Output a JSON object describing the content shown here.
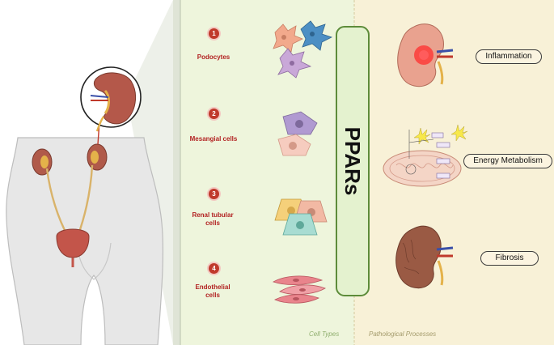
{
  "center_label": "PPARs",
  "cell_types": [
    {
      "number": "1",
      "label": "Podocytes"
    },
    {
      "number": "2",
      "label": "Mesangial cells"
    },
    {
      "number": "3",
      "label": "Renal tubular cells"
    },
    {
      "number": "4",
      "label": "Endothelial cells"
    }
  ],
  "processes": [
    {
      "label": "Inflammation"
    },
    {
      "label": "Energy Metabolism"
    },
    {
      "label": "Fibrosis"
    }
  ],
  "section_footers": {
    "cell_types": "Cell Types",
    "pathological_processes": "Pathological Processes"
  },
  "colors": {
    "cell_panel_bg": "#eef5dc",
    "process_panel_bg": "#f8f1d7",
    "ppars_box": "#e4f2cf",
    "accent_red": "#c0392b"
  }
}
